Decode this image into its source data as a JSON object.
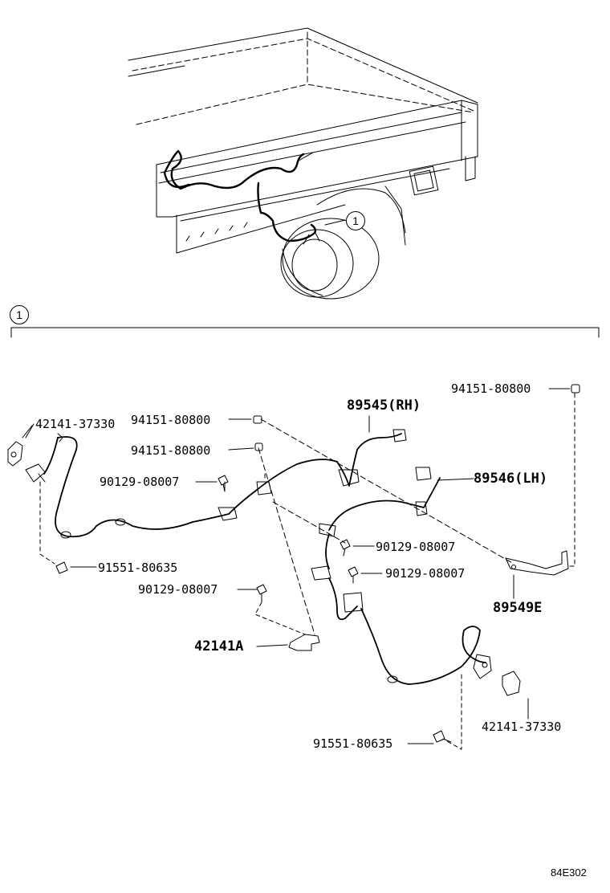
{
  "diagram": {
    "callout_ref": "1",
    "section_ref": "1",
    "figure_code": "84E302",
    "parts": {
      "p_94151_top_right": "94151-80800",
      "p_42141_left": "42141-37330",
      "p_94151_a": "94151-80800",
      "p_89545": "89545(RH)",
      "p_94151_b": "94151-80800",
      "p_90129_a": "90129-08007",
      "p_89546": "89546(LH)",
      "p_91551_left": "91551-80635",
      "p_90129_b": "90129-08007",
      "p_90129_c": "90129-08007",
      "p_90129_d": "90129-08007",
      "p_89549e": "89549E",
      "p_42141a": "42141A",
      "p_42141_right": "42141-37330",
      "p_91551_right": "91551-80635"
    }
  }
}
